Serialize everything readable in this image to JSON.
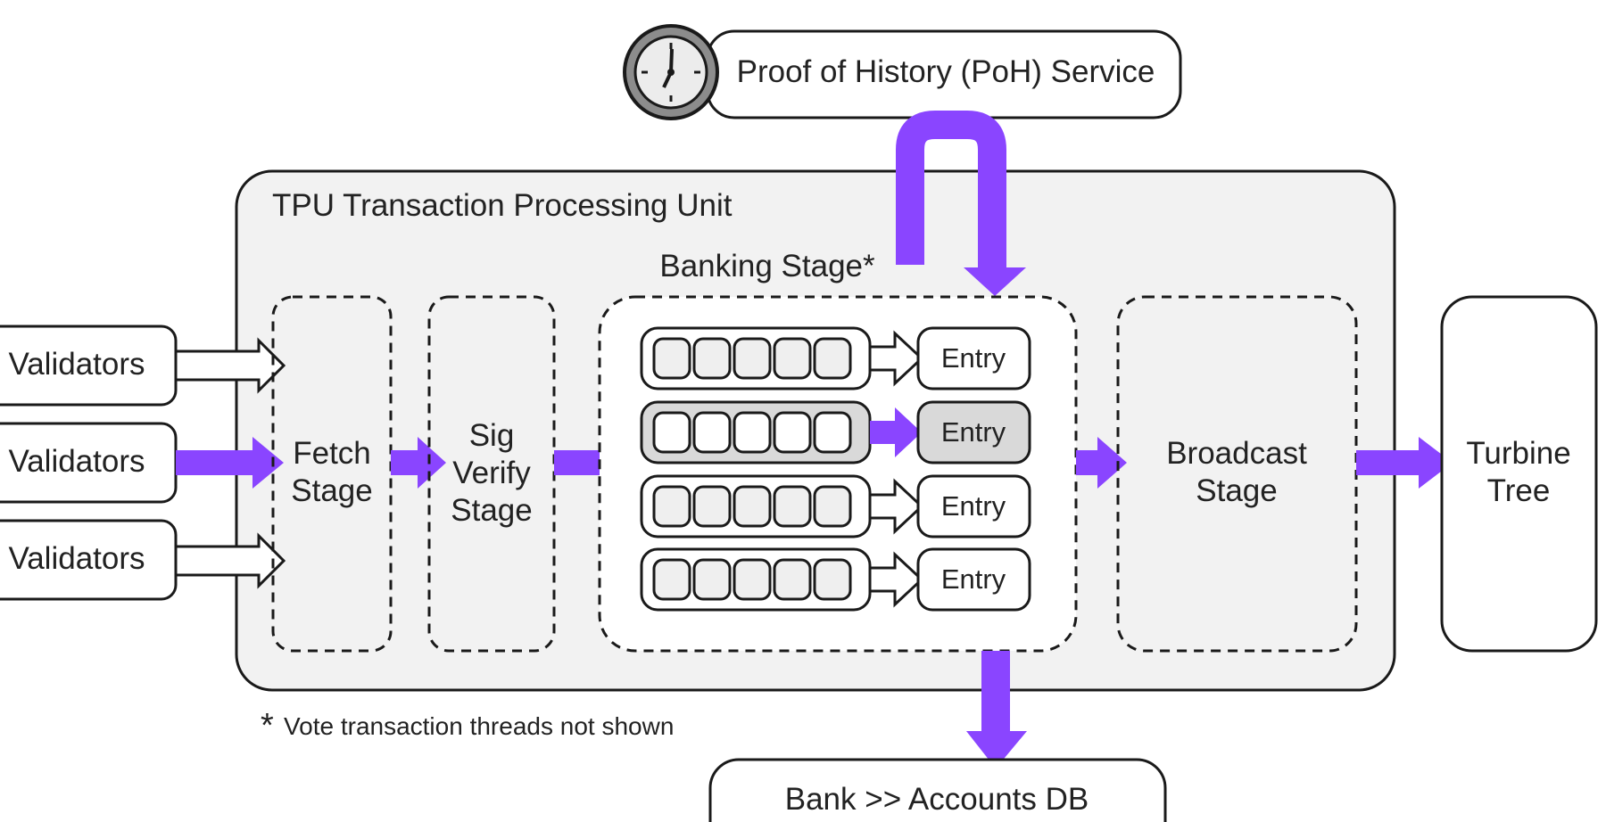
{
  "colors": {
    "accent": "#8a45ff",
    "panel": "#f2f2f2",
    "highlight": "#d9d9d9",
    "stroke": "#1a1a1a"
  },
  "poh": {
    "icon": "clock-icon",
    "label": "Proof of History (PoH) Service"
  },
  "tpu": {
    "title": "TPU Transaction Processing Unit"
  },
  "validators": [
    "Validators",
    "Validators",
    "Validators"
  ],
  "fetch": {
    "line1": "Fetch",
    "line2": "Stage"
  },
  "sigverify": {
    "line1": "Sig",
    "line2": "Verify",
    "line3": "Stage"
  },
  "banking": {
    "title": "Banking Stage*",
    "entries": [
      "Entry",
      "Entry",
      "Entry",
      "Entry"
    ]
  },
  "broadcast": {
    "line1": "Broadcast",
    "line2": "Stage"
  },
  "turbine": {
    "line1": "Turbine",
    "line2": "Tree"
  },
  "footnote": {
    "mark": "*",
    "text": "Vote transaction threads not shown"
  },
  "bank": {
    "label": "Bank >> Accounts DB"
  }
}
